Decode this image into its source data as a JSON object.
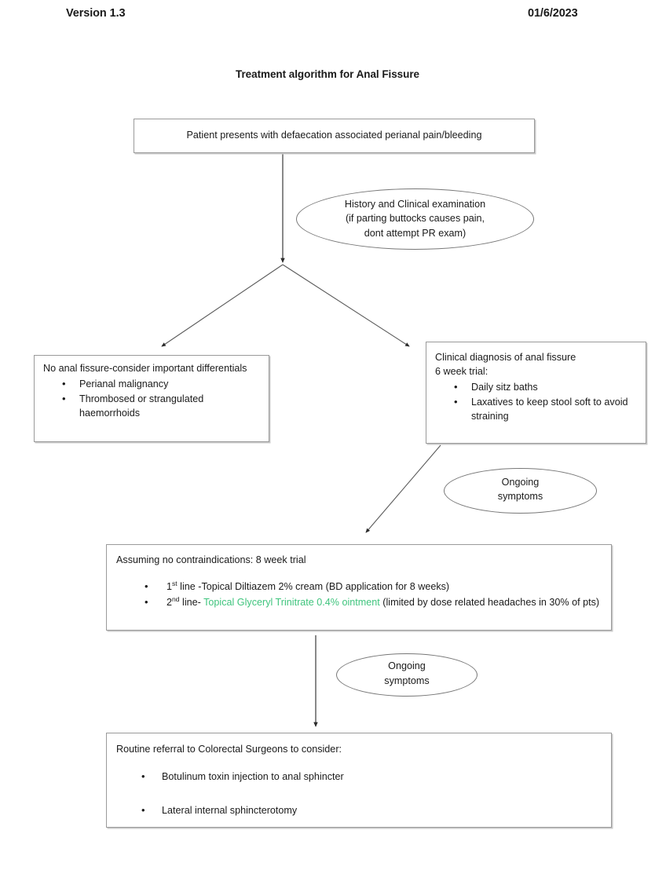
{
  "header": {
    "version": "Version 1.3",
    "date": "01/6/2023"
  },
  "title": "Treatment algorithm for Anal Fissure",
  "nodes": {
    "presentation": {
      "text": "Patient presents with defaecation associated perianal pain/bleeding"
    },
    "history": {
      "line1": "History and Clinical examination",
      "line2": "(if parting buttocks causes pain,",
      "line3": "dont attempt PR exam)"
    },
    "no_fissure": {
      "lead": "No anal fissure-consider important differentials",
      "bullets": [
        "Perianal malignancy",
        "Thrombosed or strangulated haemorrhoids"
      ]
    },
    "clinical_dx": {
      "lead1": "Clinical diagnosis of anal fissure",
      "lead2": "6 week trial:",
      "bullets": [
        "Daily sitz baths",
        "Laxatives to keep stool soft to avoid straining"
      ]
    },
    "ongoing_1": {
      "line1": "Ongoing",
      "line2": "symptoms"
    },
    "ongoing_2": {
      "line1": "Ongoing",
      "line2": "symptoms"
    },
    "eight_week": {
      "lead": "Assuming no contraindications: 8 week trial",
      "bullet1": {
        "ordinal_num": "1",
        "ordinal_suffix": "st",
        "text": " line -Topical Diltiazem 2% cream (BD application for 8 weeks)"
      },
      "bullet2": {
        "ordinal_num": "2",
        "ordinal_suffix": "nd",
        "text_before": " line- ",
        "highlight": "Topical Glyceryl Trinitrate 0.4% ointment",
        "text_after": " (limited by dose related headaches in 30% of pts)"
      }
    },
    "referral": {
      "lead": "Routine referral to Colorectal Surgeons to consider:",
      "bullets": [
        "Botulinum toxin injection to anal sphincter",
        "Lateral internal sphincterotomy"
      ]
    }
  },
  "colors": {
    "highlight_green": "#3fc47d",
    "box_border": "#9a9a9a",
    "ellipse_border": "#777777",
    "connector": "#3a3a3a",
    "text": "#1a1a1a"
  }
}
